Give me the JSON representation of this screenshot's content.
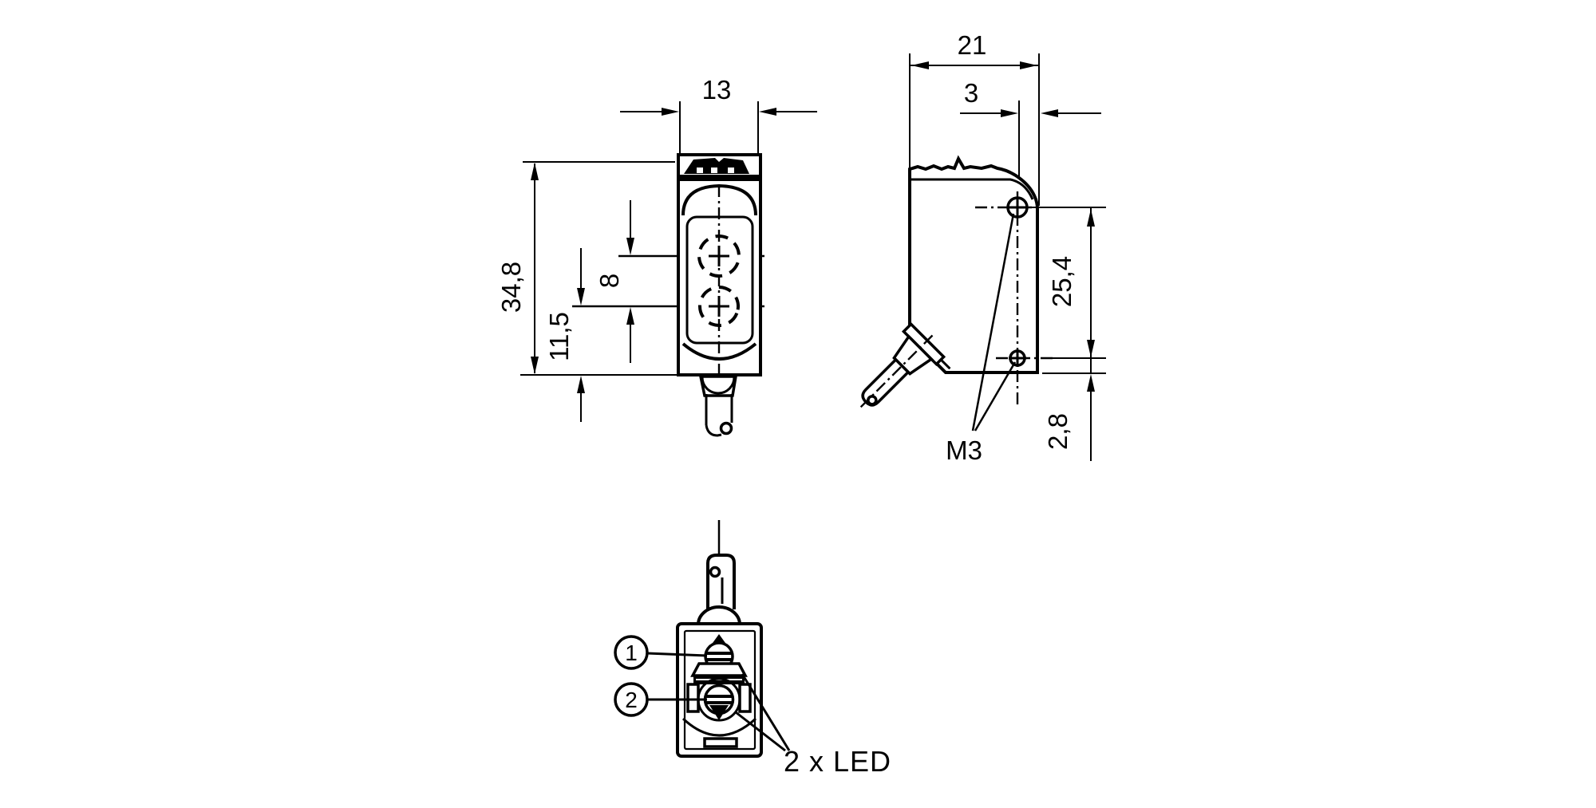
{
  "front_view": {
    "width": "13",
    "height": "34,8",
    "lens_spacing": "8",
    "lens_bottom_offset": "11,5"
  },
  "side_view": {
    "depth": "21",
    "hole_face_offset": "3",
    "hole_spacing": "25,4",
    "hole_bottom_offset": "2,8",
    "mounting_thread": "M3"
  },
  "bottom_view": {
    "callout_1": "1",
    "callout_2": "2",
    "led_label": "2 x LED"
  },
  "colors": {
    "line": "#000000",
    "background": "#ffffff"
  }
}
